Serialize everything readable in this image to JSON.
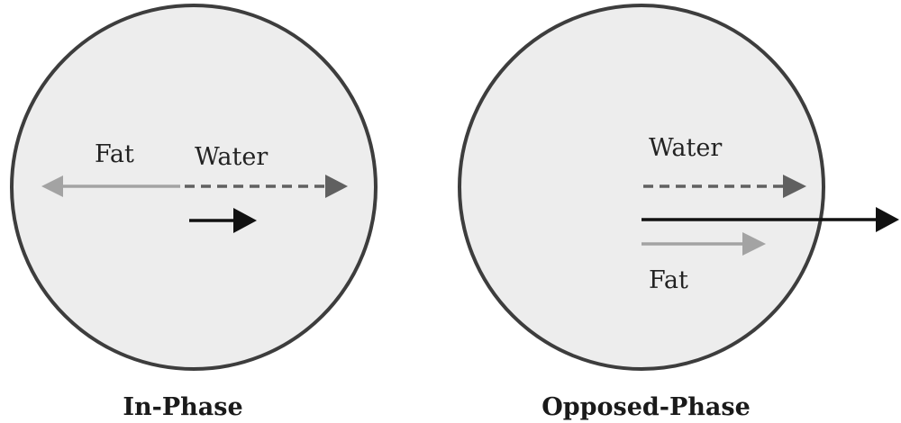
{
  "colors": {
    "circle_fill": "#ededed",
    "circle_stroke": "#3d3d3d",
    "fat": "#a3a3a3",
    "water": "#606060",
    "net": "#111111"
  },
  "panels": [
    {
      "caption": "In-Phase",
      "fat_label": "Fat",
      "water_label": "Water"
    },
    {
      "caption": "Opposed-Phase",
      "water_label": "Water",
      "fat_label": "Fat"
    }
  ]
}
